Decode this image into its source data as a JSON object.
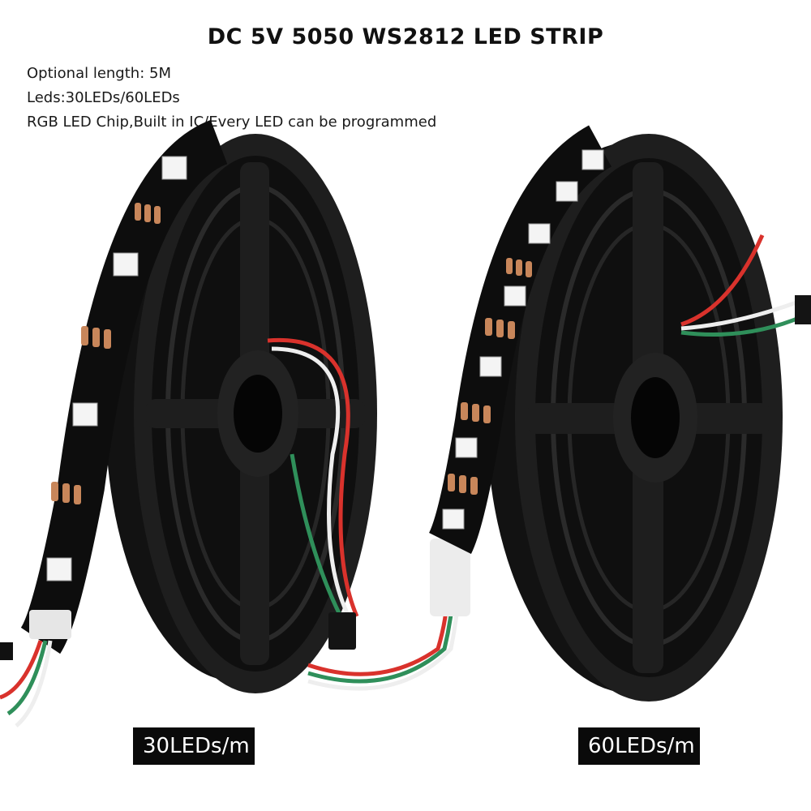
{
  "title": "DC 5V 5050 WS2812 LED STRIP",
  "specs": [
    "Optional length:  5M",
    "Leds:30LEDs/60LEDs",
    "RGB LED Chip,Built in IC/Every LED can be programmed"
  ],
  "labels": {
    "left": "30LEDs/m",
    "right": "60LEDs/m"
  },
  "colors": {
    "reel": "#1c1c1c",
    "strip": "#0d0d0d",
    "pad": "#c8865a",
    "wire_red": "#d9322c",
    "wire_green": "#2f8f5a",
    "wire_white": "#f2f2f2"
  }
}
